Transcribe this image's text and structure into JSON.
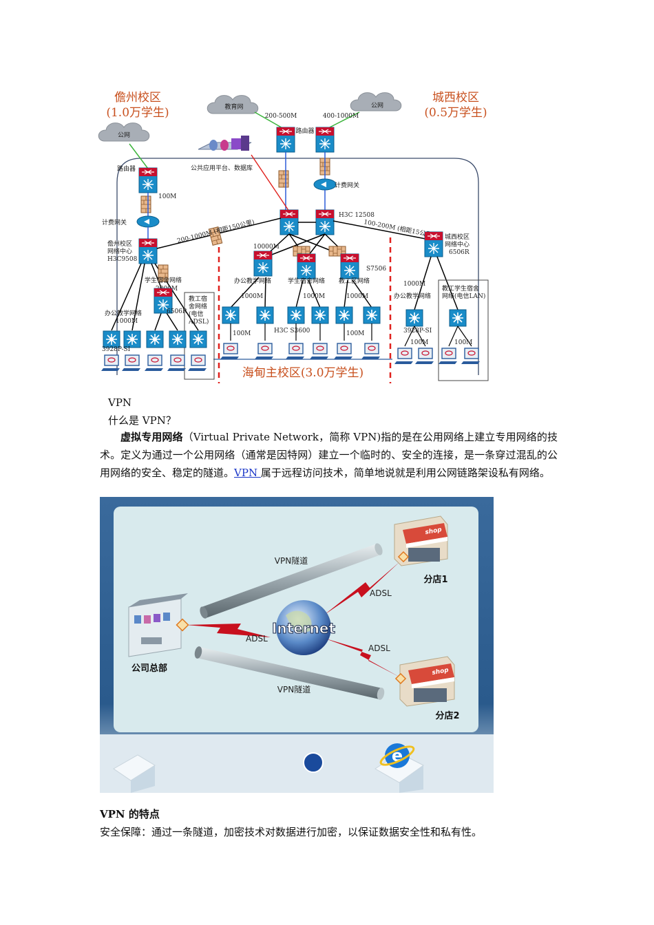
{
  "network_diagram": {
    "campus_left": "儋州校区",
    "campus_left_count": "(1.0万学生)",
    "campus_right": "城西校区",
    "campus_right_count": "(0.5万学生)",
    "campus_main": "海甸主校区(3.0万学生)",
    "cloud_edu": "教育网",
    "cloud_public_top": "公网",
    "cloud_public_left": "公网",
    "link_edu": "200-500M",
    "link_public": "400-1000M",
    "router_top": "路由器",
    "router_left": "路由器",
    "public_platform": "公共应用平台、数据库",
    "billing_gateway_top": "计费网关",
    "billing_gateway_left": "计费网关",
    "link_100m_left": "100M",
    "core_switch": "H3C 12508",
    "link_to_left": "200-1000M (相距150公里)",
    "link_to_right": "100-200M (相距15公里)",
    "left_center_1": "儋州校区",
    "left_center_2": "网络中心",
    "left_center_3": "H3C9508",
    "right_center_1": "城西校区",
    "right_center_2": "网络中心",
    "right_center_3": "6506R",
    "main_10000m": "10000M",
    "main_s7506": "S7506",
    "main_office_net": "办公教学网络",
    "main_student_net": "学生宿舍网络",
    "main_staff_net": "教工区网络",
    "main_1000m_a": "1000M",
    "main_1000m_b": "1000M",
    "main_1000m_c": "1000M",
    "main_100m_a": "100M",
    "main_100m_b": "100M",
    "main_h3c": "H3C S3600",
    "left_student_net": "学生宿舍网络",
    "left_2000m": "2000M",
    "left_6506r": "6506R",
    "left_staff_1": "教工宿",
    "left_staff_2": "舍网络",
    "left_staff_3": "(电信",
    "left_staff_4": "ADSL)",
    "left_office_net": "办公教学网络",
    "left_1000m": "1000M",
    "left_3928": "3928P-SI",
    "right_1000m": "1000M",
    "right_office_net": "办公教学网络",
    "right_staff_1": "教工学生宿舍",
    "right_staff_2": "网络(电信LAN)",
    "right_3928": "3928P-SI",
    "right_100m_a": "100M",
    "right_100m_b": "100M"
  },
  "doc": {
    "heading_vpn": "VPN",
    "question": "什么是 VPN？",
    "p1_bold": "虚拟专用网络",
    "p1_rest": "（Virtual Private Network，简称 VPN)指的是在公用网络上建立专用网络的技术。定义为通过一个公用网络（通常是因特网）建立一个临时的、安全的连接，是一条穿过混乱的公用网络的安全、稳定的隧道。",
    "p1_link": "VPN ",
    "p1_tail": "属于远程访问技术，简单地说就是利用公网链路架设私有网络。",
    "section_title": "VPN 的特点",
    "security_text": "安全保障：通过一条隧道，加密技术对数据进行加密，以保证数据安全性和私有性。"
  },
  "vpn_diagram": {
    "tunnel_top": "VPN隧道",
    "tunnel_bottom": "VPN隧道",
    "adsl_left": "ADSL",
    "adsl_top_right": "ADSL",
    "adsl_bottom_right": "ADSL",
    "internet": "Internet",
    "hq": "公司总部",
    "branch1": "分店1",
    "branch2": "分店2",
    "shop_sign": "shop"
  },
  "colors": {
    "campus_text": "#c8501e",
    "red_dashed": "#e0201c",
    "router_red": "#c8102e",
    "switch_blue": "#1a8cc8",
    "link_blue": "#2a5bd8",
    "link_green": "#3cb43c",
    "vpn_bg": "#d8eaed",
    "hyperlink": "#1a36c8"
  }
}
